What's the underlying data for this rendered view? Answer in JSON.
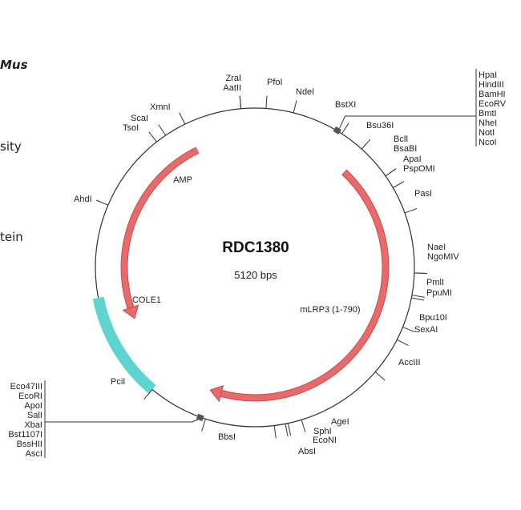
{
  "side_text": {
    "line1": "Mus",
    "line2": "sity",
    "line3": "tein"
  },
  "plasmid": {
    "name": "RDC1380",
    "size_label": "5120 bps",
    "size_bp": 5120
  },
  "features": [
    {
      "id": "amp",
      "label": "AMP",
      "color": "#e86a6a",
      "direction": "ccw",
      "start_deg": 334,
      "end_deg": 247
    },
    {
      "id": "mlrp3",
      "label": "mLRP3 (1-790)",
      "color": "#e86a6a",
      "direction": "cw",
      "start_deg": 43,
      "end_deg": 200
    },
    {
      "id": "cole1",
      "label": "COLE1",
      "color": "#5fd3d0",
      "direction": "none",
      "start_deg": 259,
      "end_deg": 220
    }
  ],
  "sites": [
    {
      "label": "ZraI",
      "deg": 355
    },
    {
      "label": "AatII",
      "deg": 355
    },
    {
      "label": "PfoI",
      "deg": 4
    },
    {
      "label": "NdeI",
      "deg": 14
    },
    {
      "label": "BstXI",
      "deg": 33
    },
    {
      "label": "Bsu36I",
      "deg": 42
    },
    {
      "label": "BclI",
      "deg": 55
    },
    {
      "label": "BsaBI",
      "deg": 55
    },
    {
      "label": "ApaI",
      "deg": 60
    },
    {
      "label": "PspOMI",
      "deg": 60
    },
    {
      "label": "PasI",
      "deg": 70
    },
    {
      "label": "NaeI",
      "deg": 92
    },
    {
      "label": "NgoMIV",
      "deg": 92
    },
    {
      "label": "PmlI",
      "deg": 100
    },
    {
      "label": "PpuMI",
      "deg": 101
    },
    {
      "label": "Bpu10I",
      "deg": 112
    },
    {
      "label": "SexAI",
      "deg": 117
    },
    {
      "label": "AccIII",
      "deg": 131
    },
    {
      "label": "AgeI",
      "deg": 163
    },
    {
      "label": "SphI",
      "deg": 168
    },
    {
      "label": "EcoNI",
      "deg": 169
    },
    {
      "label": "AbsI",
      "deg": 173
    },
    {
      "label": "BbsI",
      "deg": 198
    },
    {
      "label": "PciI",
      "deg": 220
    },
    {
      "label": "AhdI",
      "deg": 293
    },
    {
      "label": "TsoI",
      "deg": 322
    },
    {
      "label": "ScaI",
      "deg": 326
    },
    {
      "label": "XmnI",
      "deg": 334
    }
  ],
  "mcs_right": [
    "HpaI",
    "HindIII",
    "BamHI",
    "EcoRV",
    "BmtI",
    "NheI",
    "NotI",
    "NcoI"
  ],
  "mcs_left": [
    "Eco47III",
    "EcoRI",
    "ApoI",
    "SalI",
    "XbaI",
    "Bst1107I",
    "BssHII",
    "AscI"
  ],
  "colors": {
    "backbone": "#333333",
    "orf": "#e86a6a",
    "origin": "#5fd3d0"
  }
}
